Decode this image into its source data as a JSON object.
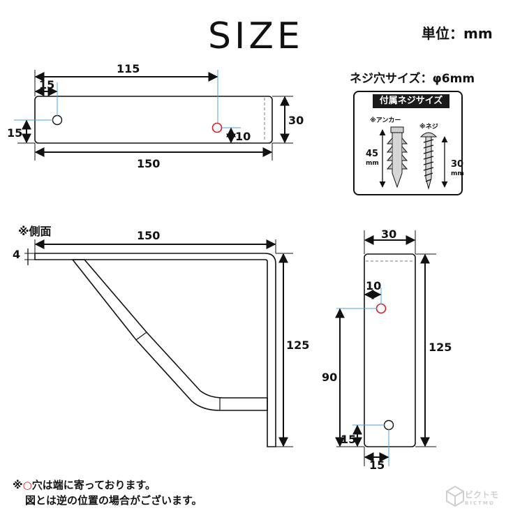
{
  "title": "SIZE",
  "unit_label": "単位：mm",
  "screw_hole": "ネジ穴サイズ：φ6mm",
  "accessory_box": {
    "title": "付属ネジサイズ",
    "anchor_label": "※アンカー",
    "screw_label": "※ネジ",
    "anchor_length": "45",
    "screw_length": "30",
    "mm": "mm"
  },
  "top_view": {
    "dim_115": "115",
    "dim_15_x": "15",
    "dim_15_y": "15",
    "dim_10": "10",
    "dim_30": "30",
    "dim_150": "150"
  },
  "side_view": {
    "label": "※側面",
    "dim_150": "150",
    "dim_4": "4",
    "dim_125": "125"
  },
  "front_view": {
    "dim_30": "30",
    "dim_10": "10",
    "dim_125": "125",
    "dim_90": "90",
    "dim_15_y": "15",
    "dim_15_x": "15"
  },
  "notes": {
    "mark": "※",
    "circle": "○",
    "line1": "穴は端に寄っております。",
    "line2": "図とは逆の位置の場合がございます。"
  },
  "logo": {
    "name": "ビクトモ",
    "sub": "BICTMO"
  }
}
